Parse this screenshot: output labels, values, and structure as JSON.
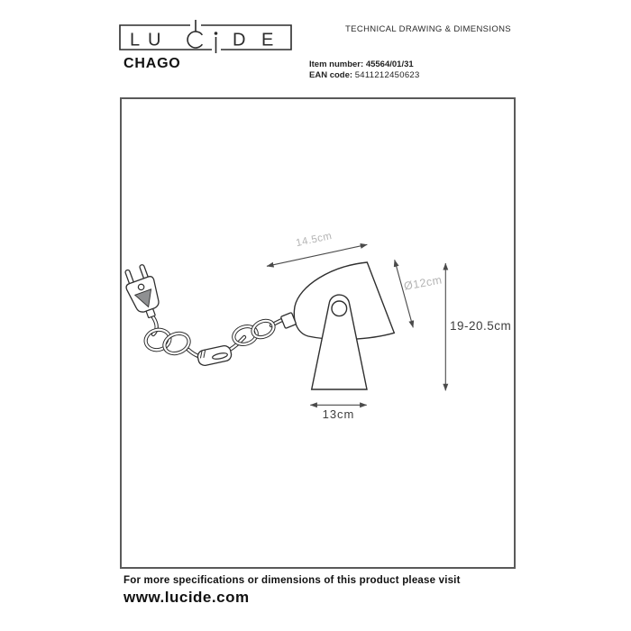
{
  "brand": {
    "name": "LUCiDE",
    "letters": {
      "l": "L",
      "u": "U",
      "d": "D",
      "e": "E"
    }
  },
  "header": {
    "right_title": "TECHNICAL DRAWING & DIMENSIONS",
    "product_name": "CHAGO",
    "item_label": "Item number:",
    "item_value": "45564/01/31",
    "ean_label": "EAN code:",
    "ean_value": "5411212450623"
  },
  "drawing": {
    "dimensions": {
      "head_length": "14.5cm",
      "diameter": "Ø12cm",
      "height": "19-20.5cm",
      "base_width": "13cm"
    },
    "colors": {
      "line": "#2f2f2f",
      "dim_line": "#4a4a4a",
      "dim_label_light": "#b4b4b4",
      "dim_label_dark": "#3e3e3e",
      "plug_shade": "#8f9092",
      "box_border": "#5a5a5a"
    }
  },
  "footer": {
    "line1": "For more specifications or dimensions of this product please visit",
    "line2": "www.lucide.com"
  }
}
